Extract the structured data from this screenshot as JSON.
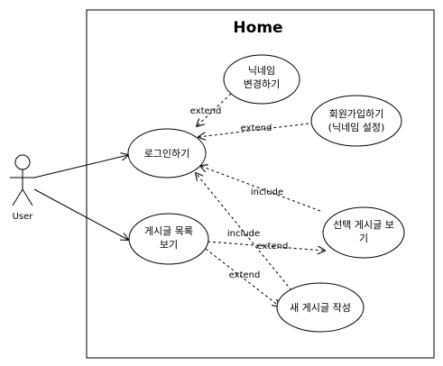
{
  "system": {
    "title": "Home"
  },
  "actor": {
    "name": "User"
  },
  "use_cases": {
    "change_nickname": {
      "lines": [
        "닉네임",
        "변경하기"
      ]
    },
    "sign_up": {
      "lines": [
        "회원가입하기",
        "(닉네임 설정)"
      ]
    },
    "login": {
      "lines": [
        "로그인하기"
      ]
    },
    "view_post": {
      "lines": [
        "선택 게시글 보",
        "기"
      ]
    },
    "post_list": {
      "lines": [
        "게시글 목록",
        "보기"
      ]
    },
    "new_post": {
      "lines": [
        "새 게시글 작성"
      ]
    }
  },
  "relations": {
    "extend_nickname_login": "extend",
    "extend_signup_login": "extend",
    "include_view_login": "include",
    "include_new_login": "include",
    "extend_list_view": "extend",
    "extend_list_new": "extend"
  }
}
